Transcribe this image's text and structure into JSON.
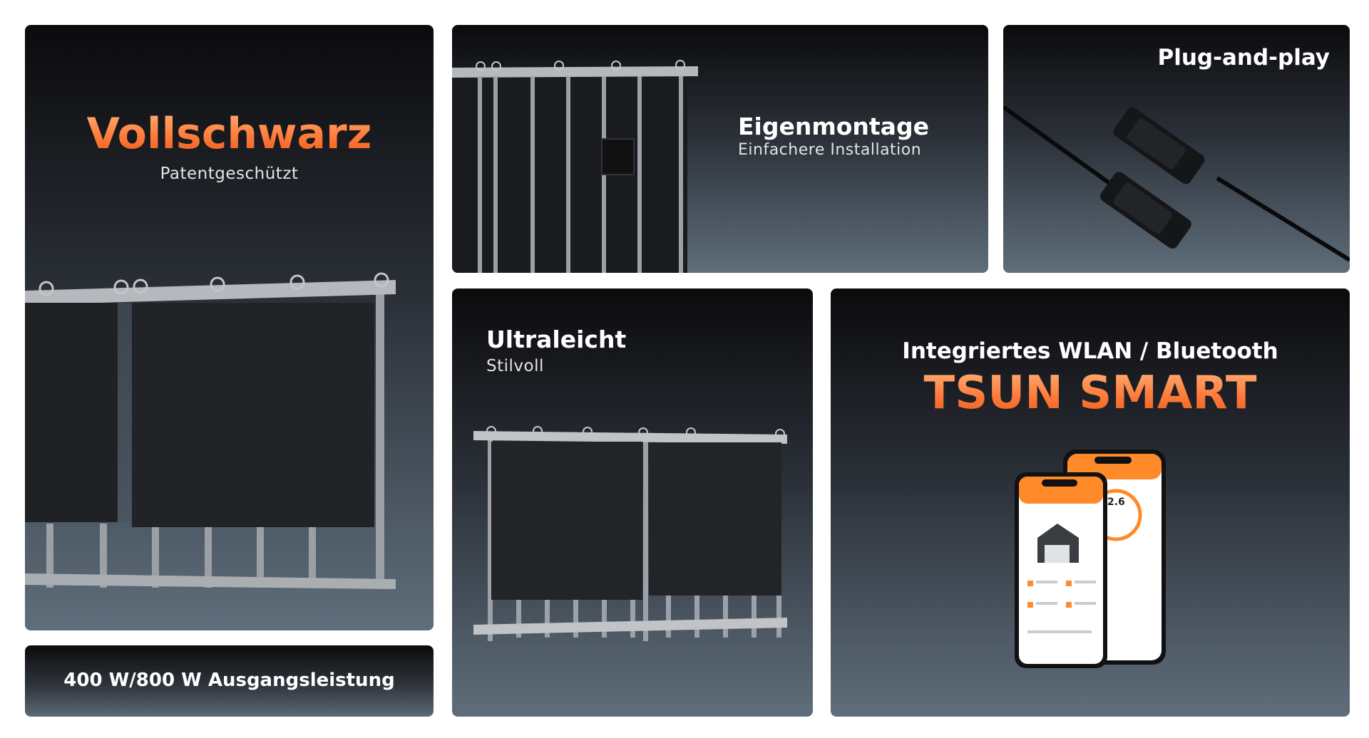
{
  "cards": {
    "vollschwarz": {
      "title": "Vollschwarz",
      "subtitle": "Patentgeschützt"
    },
    "output": {
      "label": "400 W/800 W Ausgangsleistung"
    },
    "eigenmontage": {
      "title": "Eigenmontage",
      "subtitle": "Einfachere Installation"
    },
    "plug": {
      "title": "Plug-and-play"
    },
    "ultraleicht": {
      "title": "Ultraleicht",
      "subtitle": "Stilvoll"
    },
    "smart": {
      "title": "Integriertes WLAN / Bluetooth",
      "brand": "TSUN SMART",
      "app_value": "2.6"
    }
  },
  "colors": {
    "accent_orange": "#ff7b3a",
    "card_dark": "#0b0b0d",
    "card_light": "#5f6e7b",
    "panel": "#1c1d20",
    "rail": "#a9aeb3"
  }
}
